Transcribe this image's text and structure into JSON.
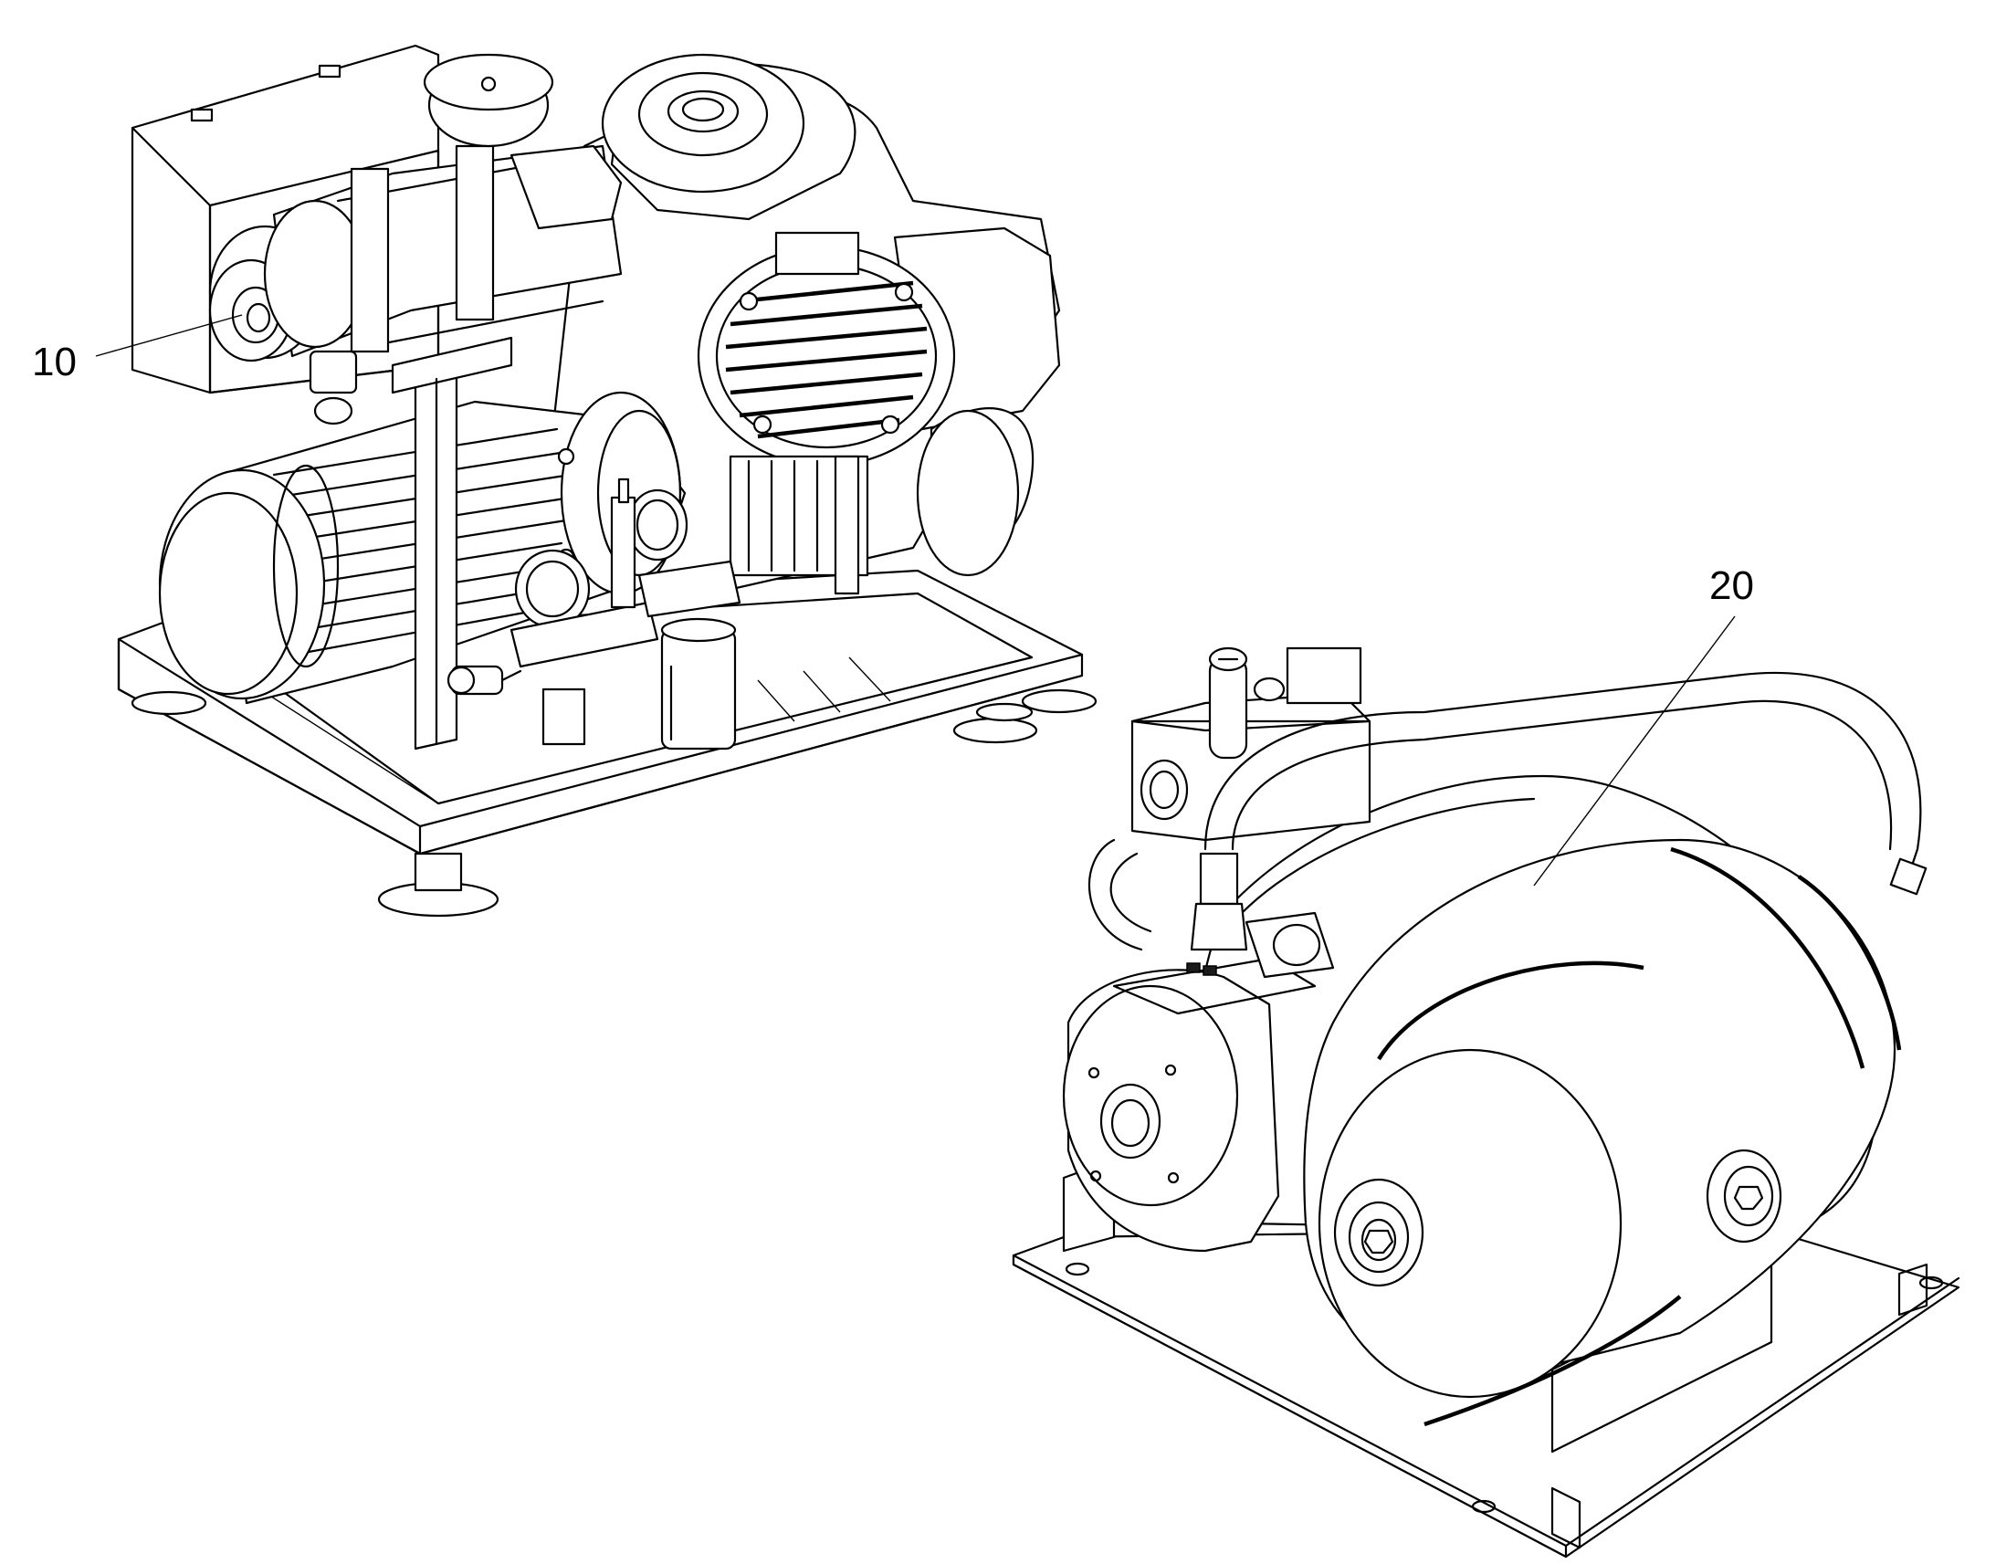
{
  "figure": {
    "callouts": [
      {
        "id": "10",
        "label": "10",
        "target": "air-filter"
      },
      {
        "id": "20",
        "label": "20",
        "target": "receiver-tank-assembly"
      }
    ],
    "colors": {
      "line": "#000000",
      "background": "#ffffff"
    }
  }
}
